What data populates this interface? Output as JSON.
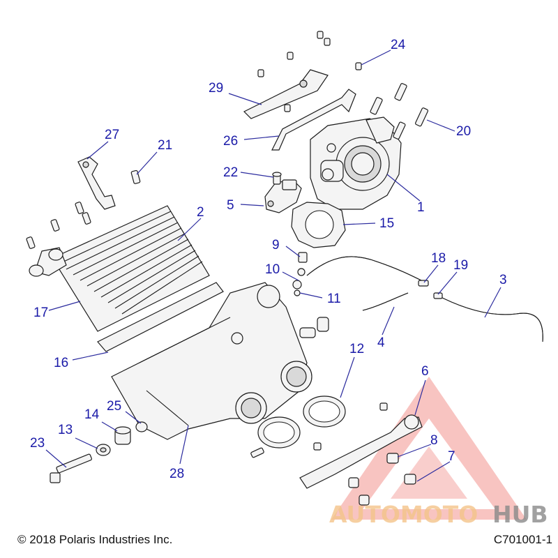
{
  "footer": {
    "copyright": "© 2018 Polaris Industries Inc.",
    "figure_id": "C701001-1"
  },
  "callouts": [
    {
      "id": "1",
      "label": "1"
    },
    {
      "id": "2",
      "label": "2"
    },
    {
      "id": "3",
      "label": "3"
    },
    {
      "id": "4",
      "label": "4"
    },
    {
      "id": "5",
      "label": "5"
    },
    {
      "id": "6",
      "label": "6"
    },
    {
      "id": "7",
      "label": "7"
    },
    {
      "id": "8",
      "label": "8"
    },
    {
      "id": "9",
      "label": "9"
    },
    {
      "id": "10",
      "label": "10"
    },
    {
      "id": "11",
      "label": "11"
    },
    {
      "id": "12",
      "label": "12"
    },
    {
      "id": "13",
      "label": "13"
    },
    {
      "id": "14",
      "label": "14"
    },
    {
      "id": "15",
      "label": "15"
    },
    {
      "id": "16",
      "label": "16"
    },
    {
      "id": "17",
      "label": "17"
    },
    {
      "id": "18",
      "label": "18"
    },
    {
      "id": "19",
      "label": "19"
    },
    {
      "id": "20",
      "label": "20"
    },
    {
      "id": "21",
      "label": "21"
    },
    {
      "id": "22",
      "label": "22"
    },
    {
      "id": "23",
      "label": "23"
    },
    {
      "id": "24",
      "label": "24"
    },
    {
      "id": "25",
      "label": "25"
    },
    {
      "id": "26",
      "label": "26"
    },
    {
      "id": "27",
      "label": "27"
    },
    {
      "id": "28",
      "label": "28"
    },
    {
      "id": "29",
      "label": "29"
    }
  ],
  "watermark": {
    "part1": "AUTOMOTO",
    "part2": "HUB",
    "color_primary": "#f4a09a",
    "color_secondary": "#f4c48a",
    "color_tertiary": "#8a8a8a"
  }
}
